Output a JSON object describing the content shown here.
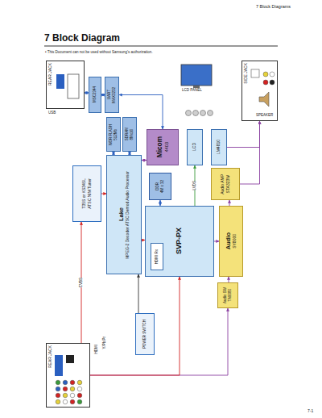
{
  "diagram": {
    "title": "7 Block Diagram",
    "nodes": [
      {
        "text": [
          "REAR JACK"
        ]
      },
      {
        "text": [
          "MSC2344"
        ]
      },
      {
        "text": [
          "UART",
          "MAX3232"
        ]
      },
      {
        "text": [
          "NOR FLASH",
          "512Mb"
        ]
      },
      {
        "text": [
          "SDRAM",
          "8Mx16"
        ]
      },
      {
        "text": [
          "Micom",
          "4403"
        ]
      },
      {
        "text": [
          "LCD"
        ]
      },
      {
        "text": [
          "LM4810"
        ]
      },
      {
        "text": [
          "Audio AMP",
          "STA323W"
        ]
      },
      {
        "text": [
          "SIDE JACK"
        ]
      },
      {
        "text": [
          "DDR",
          "4M x 32"
        ]
      },
      {
        "text": [
          "T35S or KS34SL",
          "ATSC NIM Tuner"
        ]
      },
      {
        "text": [
          "Lake",
          "MPEG-2 Decoder ATSC Demod Audio Processor"
        ]
      },
      {
        "text": [
          "SVP-PX"
        ]
      },
      {
        "text": [
          "HDMI Rx"
        ],
        "in": 13
      },
      {
        "text": [
          "Audio",
          "SY8000"
        ]
      },
      {
        "text": [
          "Audio SW",
          "TA9080"
        ]
      },
      {
        "text": [
          "POWER SWITCH"
        ]
      },
      {
        "text": [
          "REAR JACK"
        ]
      }
    ],
    "edges": [
      {
        "from": 0,
        "to": 1,
        "arrow": "both"
      },
      {
        "from": 1,
        "to": 2,
        "arrow": "both"
      },
      {
        "from": 2,
        "to": 5,
        "arrow": "both"
      },
      {
        "from": 3,
        "to": 12,
        "arrow": "both"
      },
      {
        "from": 4,
        "to": 12,
        "arrow": "both"
      },
      {
        "from": 5,
        "to": 12,
        "arrow": "both"
      },
      {
        "from": 11,
        "to": 12,
        "arrow": "to"
      },
      {
        "from": 12,
        "to": 13,
        "arrow": "to"
      },
      {
        "from": 10,
        "to": 13,
        "arrow": "both"
      },
      {
        "from": 13,
        "to": 6,
        "label": "LVDS",
        "arrow": "to"
      },
      {
        "from": 13,
        "to": 15,
        "arrow": "to"
      },
      {
        "from": 15,
        "to": 8,
        "arrow": "to"
      },
      {
        "from": 8,
        "to": 9,
        "arrow": "to"
      },
      {
        "from": 7,
        "to": 9,
        "arrow": "to"
      },
      {
        "from": 16,
        "to": 15,
        "arrow": "to"
      },
      {
        "from": 18,
        "to": 16,
        "arrow": "to"
      },
      {
        "from": 18,
        "to": 13,
        "arrow": "to"
      },
      {
        "from": 18,
        "to": 11,
        "label": "CVBS",
        "arrow": "to"
      },
      {
        "from": 17,
        "to": 12,
        "arrow": "to"
      }
    ],
    "labels": [
      "7 Block Diagrams",
      "• This Document can not be used without Samsung's authorization.",
      "Y/Pb/Pr",
      "HDMI",
      "USB",
      "LCD PANEL",
      "SPEAKER",
      "7-1"
    ]
  }
}
